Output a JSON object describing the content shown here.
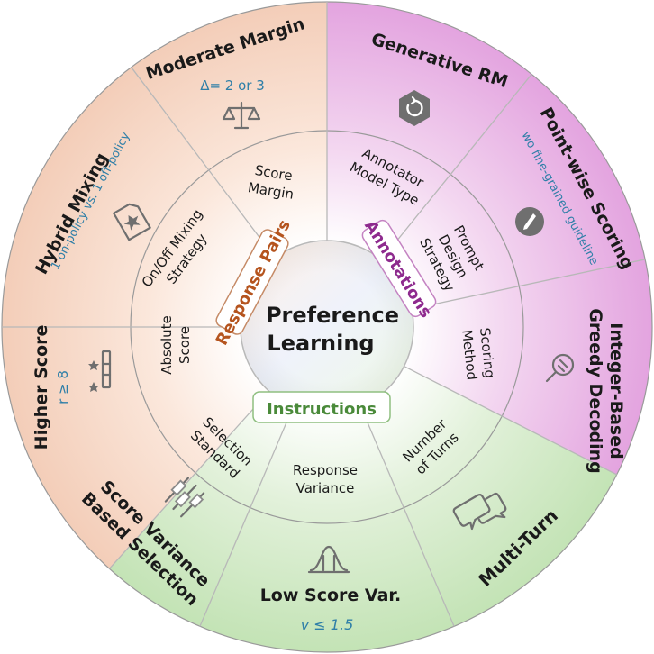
{
  "center": {
    "line1": "Preference",
    "line2": "Learning"
  },
  "categories": {
    "response_pairs": {
      "label": "Response Pairs",
      "color": "#b5541e"
    },
    "annotations": {
      "label": "Annotations",
      "color": "#8e2a8e"
    },
    "instructions": {
      "label": "Instructions",
      "color": "#4a8a3a"
    }
  },
  "middle": {
    "score_margin": [
      "Score",
      "Margin"
    ],
    "mixing_strategy": [
      "On/Off Mixing",
      "Strategy"
    ],
    "absolute_score": [
      "Absolute",
      "Score"
    ],
    "annotator_type": [
      "Annotator",
      "Model Type"
    ],
    "prompt_design": [
      "Prompt",
      "Design",
      "Strategy"
    ],
    "scoring_method": [
      "Scoring",
      "Method"
    ],
    "selection_standard": [
      "Selection",
      "Standard"
    ],
    "response_variance": [
      "Response",
      "Variance"
    ],
    "number_of_turns": [
      "Number",
      "of Turns"
    ]
  },
  "outer": {
    "moderate_margin": {
      "title": "Moderate Margin",
      "sub": "Δ= 2 or 3",
      "icon": "balance-scale-icon"
    },
    "hybrid_mixing": {
      "title": "Hybrid Mixing",
      "sub": "1 on-policy vs. 1 off-policy",
      "icon": "document-star-icon"
    },
    "higher_score": {
      "title": "Higher Score",
      "sub": "r ≥ 8",
      "icon": "ranking-bars-icon"
    },
    "generative_rm": {
      "title": "Generative RM",
      "sub": "",
      "icon": "hexagon-refresh-icon"
    },
    "point_wise": {
      "title": "Point-wise Scoring",
      "sub": "wo fine-grained guideline",
      "icon": "pen-badge-icon"
    },
    "greedy_decoding": {
      "title": "Integer-Based",
      "title2": "Greedy Decoding",
      "icon": "magnifier-icon"
    },
    "score_variance": {
      "title": "Score Variance",
      "title2": "Based Selection",
      "icon": "candlestick-icon"
    },
    "low_score_var": {
      "title": "Low Score Var.",
      "sub": "v ≤ 1.5",
      "icon": "bell-curve-icon"
    },
    "multi_turn": {
      "title": "Multi-Turn",
      "icon": "chat-bubbles-icon"
    }
  },
  "colors": {
    "response_pairs_outer": "#f6dccd",
    "response_pairs_middle": "#fbe9df",
    "annotations_outer": "#e9b3e6",
    "annotations_middle": "#f4d8f1",
    "instructions_outer": "#cde8c2",
    "instructions_middle": "#e4f2dc"
  }
}
